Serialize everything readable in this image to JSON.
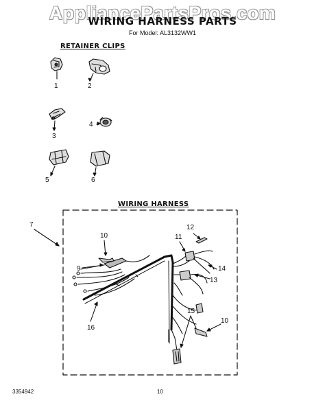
{
  "watermark": "AppliancePartsPros.com",
  "title": "WIRING HARNESS PARTS",
  "model": "For Model: AL3132WW1",
  "sections": {
    "retainer_clips": "RETAINER CLIPS",
    "wiring_harness": "WIRING HARNESS"
  },
  "callouts": [
    "1",
    "2",
    "3",
    "4",
    "5",
    "6",
    "7",
    "9",
    "10",
    "11",
    "12",
    "13",
    "14",
    "15",
    "16",
    "10"
  ],
  "footer": {
    "doc_number": "3354942",
    "page_number": "10"
  }
}
